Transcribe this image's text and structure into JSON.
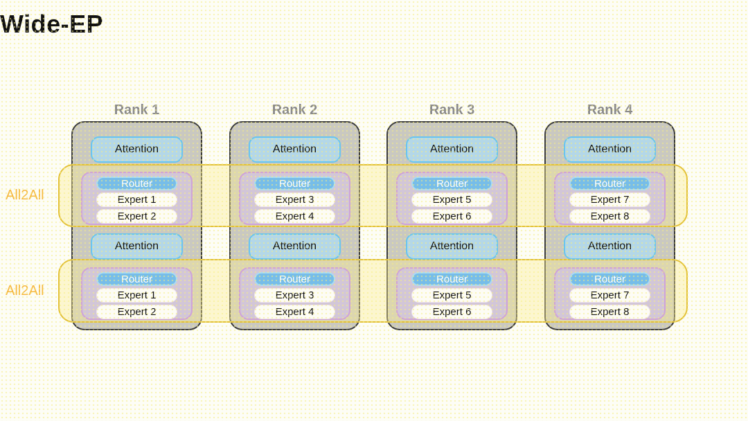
{
  "title": "Wide-EP",
  "labels": {
    "attention": "Attention",
    "router": "Router",
    "all2all": "All2All"
  },
  "ranks": [
    {
      "label": "Rank 1",
      "experts": [
        "Expert 1",
        "Expert 2"
      ]
    },
    {
      "label": "Rank 2",
      "experts": [
        "Expert 3",
        "Expert 4"
      ]
    },
    {
      "label": "Rank 3",
      "experts": [
        "Expert 5",
        "Expert 6"
      ]
    },
    {
      "label": "Rank 4",
      "experts": [
        "Expert 7",
        "Expert 8"
      ]
    }
  ],
  "colors": {
    "background": "#FDFDF6",
    "title_text": "#111111",
    "rank_fill": "#C9C8C1",
    "rank_border": "#3B3B3B",
    "rank_label": "#8B8B8B",
    "attention_fill": "#B3D7E8",
    "attention_border": "#69C5EF",
    "moe_fill": "#D2C6D8",
    "moe_border": "#CFA3D8",
    "router_fill": "#76BDE9",
    "router_border": "#AADAF3",
    "expert_fill": "#FDFCF5",
    "expert_border": "#EFE4EE",
    "band_fill": "rgba(251,236,150,0.40)",
    "band_border": "#E3C138",
    "all2all_text": "#F6B83F"
  }
}
